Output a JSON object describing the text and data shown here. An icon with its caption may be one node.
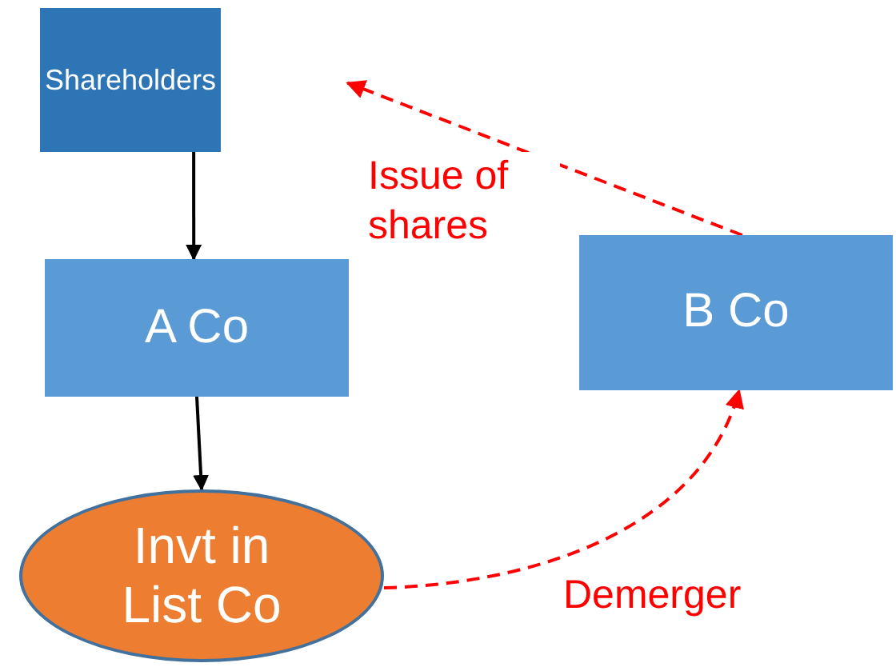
{
  "diagram": {
    "nodes": [
      {
        "text": [
          "Shareholders"
        ]
      },
      {
        "text": [
          "A Co"
        ]
      },
      {
        "text": [
          "B Co"
        ]
      },
      {
        "text": [
          "Invt in List Co"
        ]
      }
    ],
    "edges": [
      {
        "from": 0,
        "to": 1,
        "arrow": "to"
      },
      {
        "from": 1,
        "to": 3,
        "arrow": "to"
      },
      {
        "from": 2,
        "to": 0,
        "arrow": "to",
        "label": "Issue of shares",
        "style": "dashed",
        "color": "#ff0000"
      },
      {
        "from": 3,
        "to": 2,
        "arrow": "to",
        "label": "Demerger",
        "style": "dashed",
        "color": "#ff0000"
      }
    ]
  }
}
